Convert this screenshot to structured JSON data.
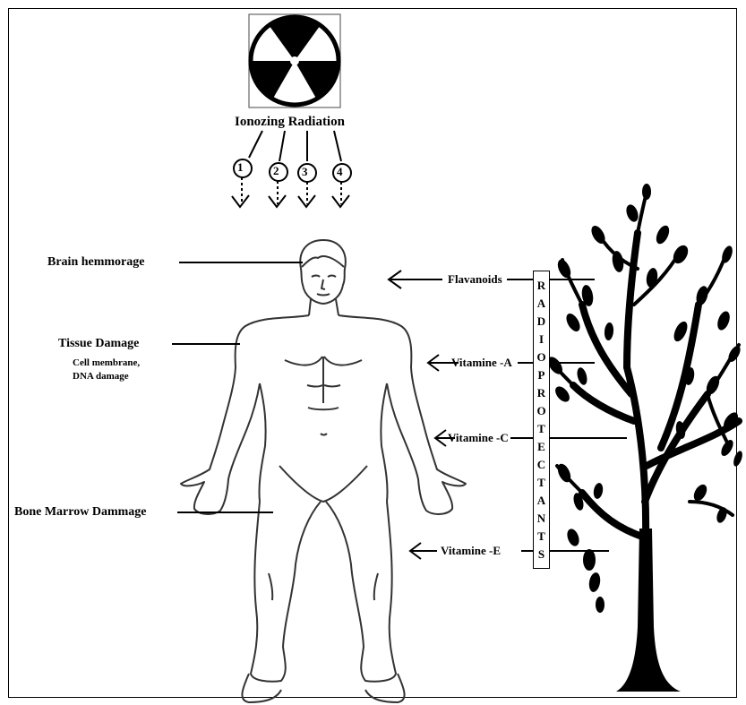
{
  "radiation": {
    "title": "Ionozing Radiation",
    "paths": [
      "1",
      "2",
      "3",
      "4"
    ]
  },
  "damage_labels": {
    "brain": "Brain hemmorage",
    "tissue": "Tissue Damage",
    "tissue_detail_1": "Cell membrane,",
    "tissue_detail_2": "DNA damage",
    "bone": "Bone Marrow Dammage"
  },
  "protectants": {
    "column_letters": [
      "R",
      "A",
      "D",
      "I",
      "O",
      "P",
      "R",
      "O",
      "T",
      "E",
      "C",
      "T",
      "A",
      "N",
      "T",
      "S"
    ],
    "items": [
      "Flavanoids",
      "Vitamine -A",
      "Vitamine -C",
      "Vitamine -E"
    ]
  },
  "icons": {
    "radiation_symbol": "radiation-trefoil-icon",
    "human_figure": "human-body-outline",
    "tree": "tree-silhouette"
  }
}
